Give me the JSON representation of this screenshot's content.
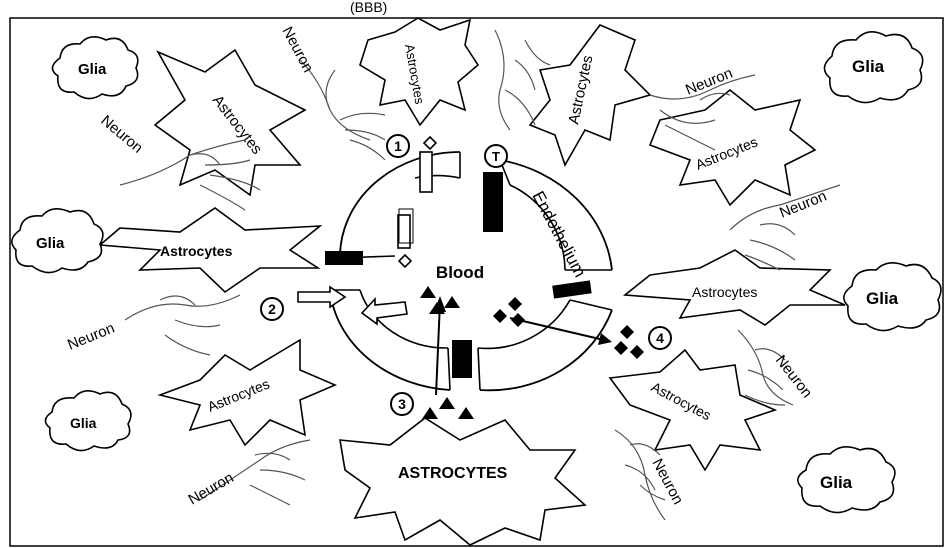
{
  "header": {
    "title_fragment": "(BBB)"
  },
  "center": {
    "label": "Blood"
  },
  "ring": {
    "label": "Endothelium"
  },
  "markers": [
    {
      "num": "1"
    },
    {
      "num": "2"
    },
    {
      "num": "3"
    },
    {
      "num": "4"
    },
    {
      "num": "T"
    }
  ],
  "labels": {
    "astrocytes": "Astrocytes",
    "astrocytes_big": "ASTROCYTES",
    "neuron": "Neuron",
    "glia": "Glia"
  },
  "colors": {
    "line": "#000000",
    "fill": "#ffffff",
    "nerve": "#555555"
  }
}
